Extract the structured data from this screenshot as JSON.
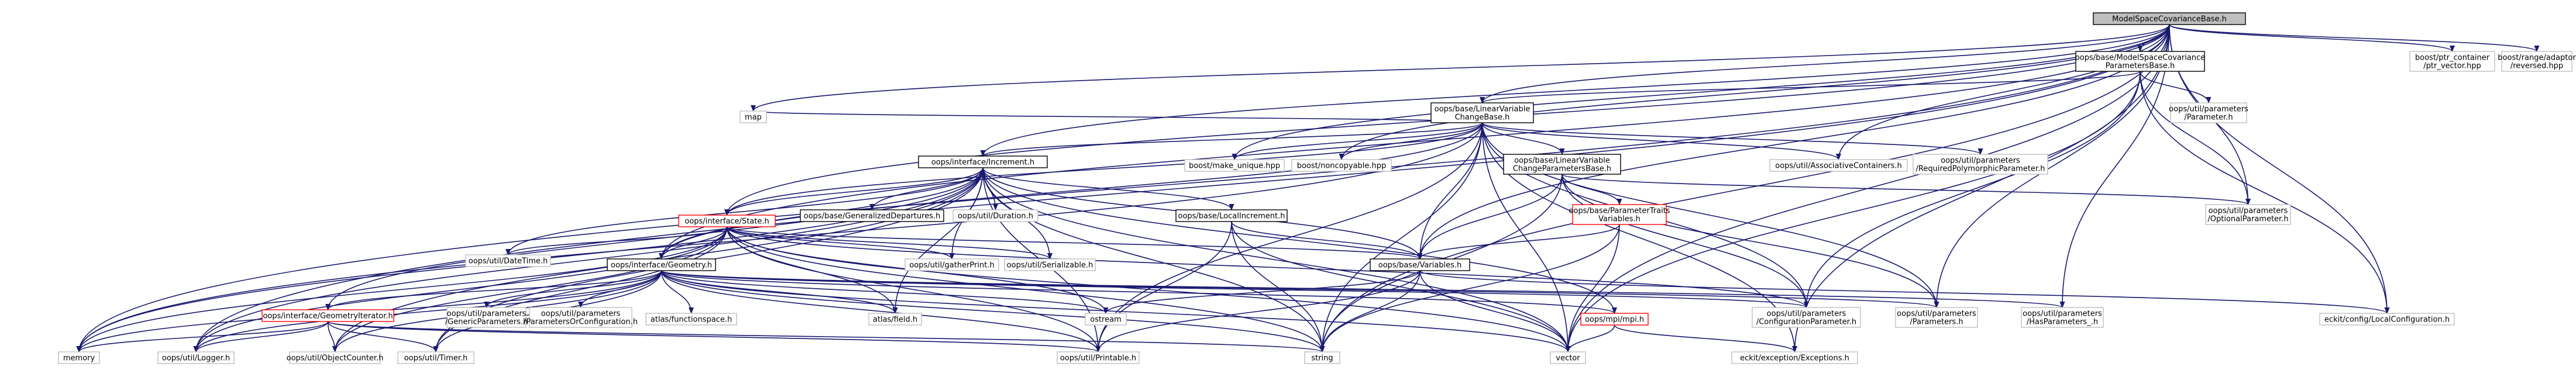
{
  "colors": {
    "edge": "#191970",
    "node_border": "#bfbfbf",
    "root_fill": "#bfbfbf",
    "root_border": "#000000",
    "documented_border": "#000000",
    "incomplete_border": "#ff0000",
    "node_fill": "#ffffff"
  },
  "nodes": {
    "root": {
      "lines": [
        "ModelSpaceCovarianceBase.h"
      ],
      "kind": "root"
    },
    "pcv": {
      "lines": [
        "boost/ptr_container",
        "/ptr_vector.hpp"
      ],
      "kind": "external"
    },
    "rev": {
      "lines": [
        "boost/range/adaptor",
        "/reversed.hpp"
      ],
      "kind": "external"
    },
    "mscpb": {
      "lines": [
        "oops/base/ModelSpaceCovariance",
        "ParametersBase.h"
      ],
      "kind": "documented"
    },
    "lvcb": {
      "lines": [
        "oops/base/LinearVariable",
        "ChangeBase.h"
      ],
      "kind": "documented"
    },
    "param": {
      "lines": [
        "oops/util/parameters",
        "/Parameter.h"
      ],
      "kind": "external"
    },
    "map": {
      "lines": [
        "map"
      ],
      "kind": "external"
    },
    "incr": {
      "lines": [
        "oops/interface/Increment.h"
      ],
      "kind": "documented"
    },
    "mku": {
      "lines": [
        "boost/make_unique.hpp"
      ],
      "kind": "external"
    },
    "nonc": {
      "lines": [
        "boost/noncopyable.hpp"
      ],
      "kind": "external"
    },
    "lvcpb": {
      "lines": [
        "oops/base/LinearVariable",
        "ChangeParametersBase.h"
      ],
      "kind": "documented"
    },
    "assoc": {
      "lines": [
        "oops/util/AssociativeContainers.h"
      ],
      "kind": "external"
    },
    "reqp": {
      "lines": [
        "oops/util/parameters",
        "/RequiredPolymorphicParameter.h"
      ],
      "kind": "external"
    },
    "state": {
      "lines": [
        "oops/interface/State.h"
      ],
      "kind": "incomplete"
    },
    "gendep": {
      "lines": [
        "oops/base/GeneralizedDepartures.h"
      ],
      "kind": "documented"
    },
    "dur": {
      "lines": [
        "oops/util/Duration.h"
      ],
      "kind": "external"
    },
    "locinc": {
      "lines": [
        "oops/base/LocalIncrement.h"
      ],
      "kind": "documented"
    },
    "ptv": {
      "lines": [
        "oops/base/ParameterTraits",
        "Variables.h"
      ],
      "kind": "incomplete"
    },
    "optp": {
      "lines": [
        "oops/util/parameters",
        "/OptionalParameter.h"
      ],
      "kind": "external"
    },
    "dt": {
      "lines": [
        "oops/util/DateTime.h"
      ],
      "kind": "external"
    },
    "gp": {
      "lines": [
        "oops/util/gatherPrint.h"
      ],
      "kind": "external"
    },
    "ser": {
      "lines": [
        "oops/util/Serializable.h"
      ],
      "kind": "external"
    },
    "vars": {
      "lines": [
        "oops/base/Variables.h"
      ],
      "kind": "documented"
    },
    "geom": {
      "lines": [
        "oops/interface/Geometry.h"
      ],
      "kind": "documented"
    },
    "ptr": {
      "lines": [
        "oops/util/Printable.h"
      ],
      "kind": "external"
    },
    "gpar": {
      "lines": [
        "oops/util/parameters",
        "/GenericParameters.h"
      ],
      "kind": "external"
    },
    "poc": {
      "lines": [
        "oops/util/parameters",
        "/ParametersOrConfiguration.h"
      ],
      "kind": "external"
    },
    "fs": {
      "lines": [
        "atlas/functionspace.h"
      ],
      "kind": "external"
    },
    "field": {
      "lines": [
        "atlas/field.h"
      ],
      "kind": "external"
    },
    "ostream": {
      "lines": [
        "ostream"
      ],
      "kind": "external"
    },
    "mpi": {
      "lines": [
        "oops/mpi/mpi.h"
      ],
      "kind": "incomplete"
    },
    "cparam": {
      "lines": [
        "oops/util/parameters",
        "/ConfigurationParameter.h"
      ],
      "kind": "external"
    },
    "params": {
      "lines": [
        "oops/util/parameters",
        "/Parameters.h"
      ],
      "kind": "external"
    },
    "hasp": {
      "lines": [
        "oops/util/parameters",
        "/HasParameters_.h"
      ],
      "kind": "external"
    },
    "lconf": {
      "lines": [
        "eckit/config/LocalConfiguration.h"
      ],
      "kind": "external"
    },
    "gi": {
      "lines": [
        "oops/interface/GeometryIterator.h"
      ],
      "kind": "incomplete"
    },
    "memory": {
      "lines": [
        "memory"
      ],
      "kind": "external"
    },
    "logger": {
      "lines": [
        "oops/util/Logger.h"
      ],
      "kind": "external"
    },
    "objc": {
      "lines": [
        "oops/util/ObjectCounter.h"
      ],
      "kind": "external"
    },
    "timer": {
      "lines": [
        "oops/util/Timer.h"
      ],
      "kind": "external"
    },
    "string": {
      "lines": [
        "string"
      ],
      "kind": "external"
    },
    "vector": {
      "lines": [
        "vector"
      ],
      "kind": "external"
    },
    "exc": {
      "lines": [
        "eckit/exception/Exceptions.h"
      ],
      "kind": "external"
    }
  }
}
